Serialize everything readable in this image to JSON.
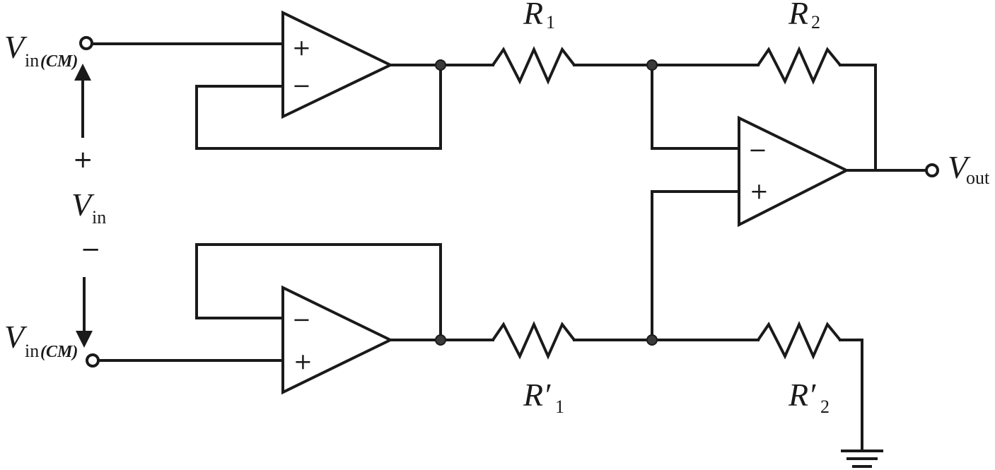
{
  "labels": {
    "r1": {
      "main": "R",
      "sub": "1"
    },
    "r2": {
      "main": "R",
      "sub": "2"
    },
    "r1p": {
      "main": "R′",
      "sub": "1"
    },
    "r2p": {
      "main": "R′",
      "sub": "2"
    },
    "vin_cm_top": {
      "main": "V",
      "sub": "in",
      "sub_it": "(CM)"
    },
    "vin_cm_bottom": {
      "main": "V",
      "sub": "in",
      "sub_it": "(CM)"
    },
    "vin": {
      "main": "V",
      "sub": "in",
      "plus": "+",
      "minus": "−"
    },
    "vout": {
      "main": "V",
      "sub": "out"
    }
  },
  "opamps": {
    "top_buffer": {
      "plus": "+",
      "minus": "−"
    },
    "bottom_buffer": {
      "plus": "+",
      "minus": "−"
    },
    "difference": {
      "plus": "+",
      "minus": "−"
    }
  }
}
